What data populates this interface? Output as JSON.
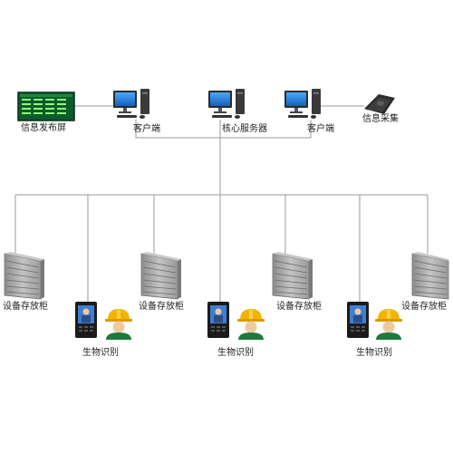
{
  "top_row": {
    "display": {
      "label": "信息发布屏"
    },
    "client_left": {
      "label": "客户端"
    },
    "server": {
      "label": "核心服务器"
    },
    "client_right": {
      "label": "客户端"
    },
    "collector": {
      "label": "信息采集"
    }
  },
  "cabinets": [
    {
      "label": "设备存放柜"
    },
    {
      "label": "设备存放柜"
    },
    {
      "label": "设备存放柜"
    },
    {
      "label": "设备存放柜"
    }
  ],
  "biometric_units": [
    {
      "label": "生物识别"
    },
    {
      "label": "生物识别"
    },
    {
      "label": "生物识别"
    }
  ],
  "colors": {
    "line": "#9a9a9a",
    "display_screen": "#0d5a2a",
    "display_text": "#8dff7a",
    "monitor_screen": "#1f7fd6",
    "cabinet": "#a7a7a7",
    "helmet": "#f3b400",
    "vest": "#1e7a3a"
  }
}
